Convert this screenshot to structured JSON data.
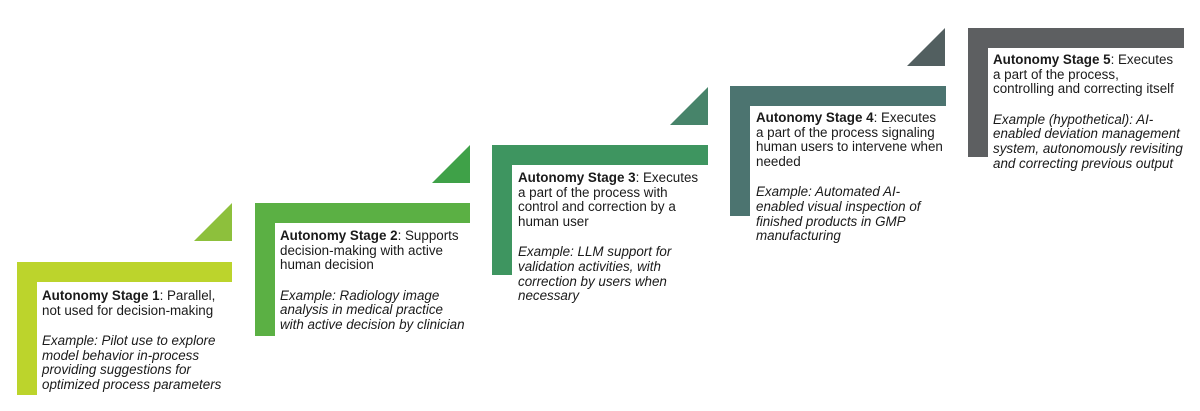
{
  "stages": [
    {
      "title": "Autonomy Stage 1",
      "description": ": Parallel, not used for decision-making",
      "example": "Example: Pilot use to explore model behavior in-process providing suggestions for optimized process parameters",
      "color": "#bcd42c"
    },
    {
      "title": "Autonomy Stage 2",
      "description": ": Supports decision-making with active human decision",
      "example": "Example: Radiology image analysis in medical practice with active decision by clinician",
      "color": "#5bb044"
    },
    {
      "title": "Autonomy Stage 3",
      "description": ": Executes a part of the process with control and correction by a human user",
      "example": "Example: LLM support for validation activities, with correction by users when necessary",
      "color": "#3e9560"
    },
    {
      "title": "Autonomy Stage 4",
      "description": ": Executes a part of the process signaling human users to intervene when needed",
      "example": "Example: Automated AI-enabled visual inspection of finished products in GMP manufacturing",
      "color": "#4c7470"
    },
    {
      "title": "Autonomy Stage 5",
      "description": ": Executes a part of the process, controlling and correcting itself",
      "example": "Example (hypothetical): AI-enabled deviation management system, autonomously revisiting and correcting previous output",
      "color": "#5d5f61"
    }
  ],
  "triangles": [
    {
      "color": "#8dc03c"
    },
    {
      "color": "#3fa148"
    },
    {
      "color": "#47846a"
    },
    {
      "color": "#525f60"
    }
  ]
}
